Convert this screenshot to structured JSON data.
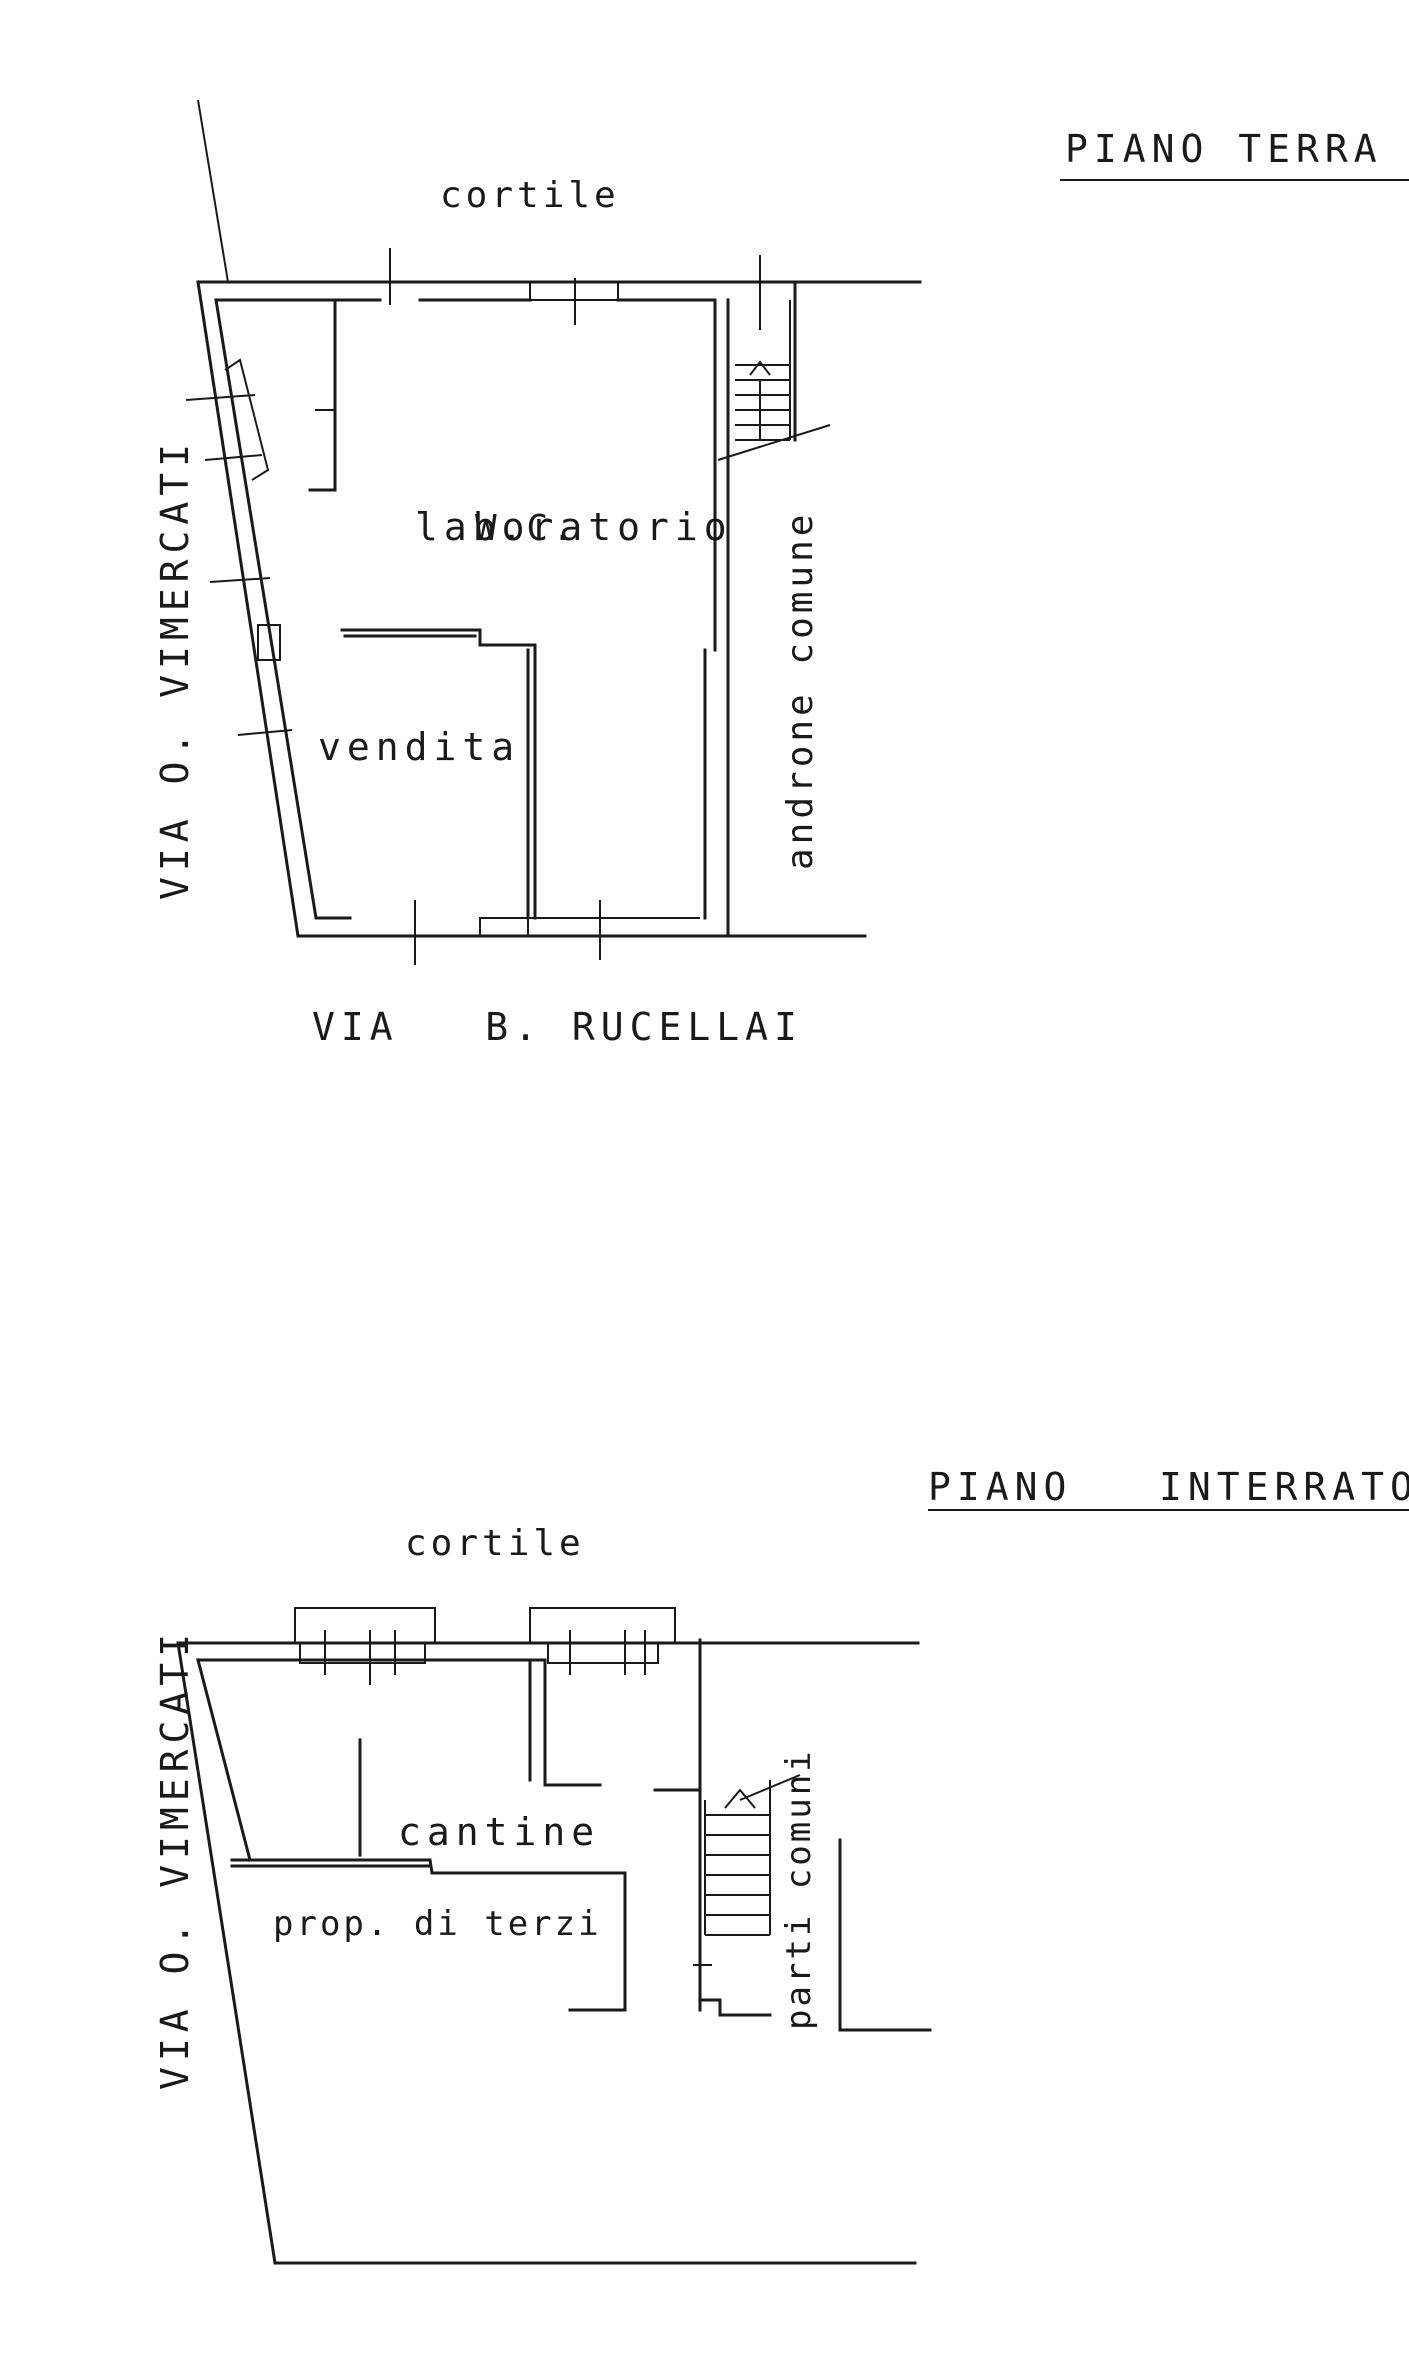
{
  "ground_floor": {
    "title": "PIANO TERRA",
    "courtyard": "cortile",
    "wc": "W.C.",
    "lab": "laboratorio",
    "shop": "vendita",
    "hall": "androne comune",
    "street_bottom": "VIA   B. RUCELLAI",
    "street_side": "VIA O. VIMERCATI"
  },
  "basement": {
    "title": "PIANO   INTERRATO",
    "courtyard": "cortile",
    "cellars": "cantine",
    "third_party": "prop. di terzi",
    "common": "parti comuni",
    "street_side": "VIA O. VIMERCATI"
  }
}
